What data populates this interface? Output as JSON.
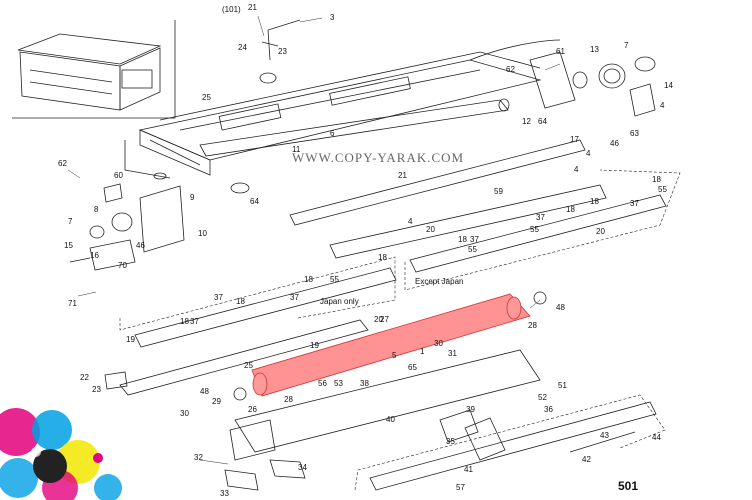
{
  "diagram": {
    "watermark": "WWW.COPY-YARAK.COM",
    "page_number": "501",
    "region_labels": {
      "japan_only": "Japan only",
      "except_japan": "Except Japan"
    },
    "highlight_color": "#ff7f7f",
    "callouts": [
      {
        "id": "c101",
        "text": "(101)"
      },
      {
        "id": "c21a",
        "text": "21"
      },
      {
        "id": "c3",
        "text": "3"
      },
      {
        "id": "c24",
        "text": "24"
      },
      {
        "id": "c23t",
        "text": "23"
      },
      {
        "id": "c25t",
        "text": "25"
      },
      {
        "id": "c6",
        "text": "6"
      },
      {
        "id": "c11",
        "text": "11"
      },
      {
        "id": "c61",
        "text": "61"
      },
      {
        "id": "c62a",
        "text": "62"
      },
      {
        "id": "c13",
        "text": "13"
      },
      {
        "id": "c7a",
        "text": "7"
      },
      {
        "id": "c14",
        "text": "14"
      },
      {
        "id": "c4a",
        "text": "4"
      },
      {
        "id": "c12",
        "text": "12"
      },
      {
        "id": "c64a",
        "text": "64"
      },
      {
        "id": "c17",
        "text": "17"
      },
      {
        "id": "c63",
        "text": "63"
      },
      {
        "id": "c46a",
        "text": "46"
      },
      {
        "id": "c4b",
        "text": "4"
      },
      {
        "id": "c62b",
        "text": "62"
      },
      {
        "id": "c60",
        "text": "60"
      },
      {
        "id": "c21b",
        "text": "21"
      },
      {
        "id": "c4c",
        "text": "4"
      },
      {
        "id": "c59",
        "text": "59"
      },
      {
        "id": "c9",
        "text": "9"
      },
      {
        "id": "c64b",
        "text": "64"
      },
      {
        "id": "c8",
        "text": "8"
      },
      {
        "id": "c7b",
        "text": "7"
      },
      {
        "id": "c15",
        "text": "15"
      },
      {
        "id": "c16",
        "text": "16"
      },
      {
        "id": "c46b",
        "text": "46"
      },
      {
        "id": "c10",
        "text": "10"
      },
      {
        "id": "c70",
        "text": "70"
      },
      {
        "id": "c71",
        "text": "71"
      },
      {
        "id": "c18a",
        "text": "18"
      },
      {
        "id": "c55a",
        "text": "55"
      },
      {
        "id": "c37a",
        "text": "37"
      },
      {
        "id": "c18b",
        "text": "18"
      },
      {
        "id": "c20a",
        "text": "20"
      },
      {
        "id": "c18c",
        "text": "18"
      },
      {
        "id": "c37b",
        "text": "37"
      },
      {
        "id": "c55b",
        "text": "55"
      },
      {
        "id": "c20b",
        "text": "20"
      },
      {
        "id": "c18d",
        "text": "18"
      },
      {
        "id": "c37c",
        "text": "37"
      },
      {
        "id": "c55c",
        "text": "55"
      },
      {
        "id": "c4d",
        "text": "4"
      },
      {
        "id": "c18e",
        "text": "18"
      },
      {
        "id": "c37d",
        "text": "37"
      },
      {
        "id": "c18f",
        "text": "18"
      },
      {
        "id": "c55d",
        "text": "55"
      },
      {
        "id": "c18g",
        "text": "18"
      },
      {
        "id": "c37e",
        "text": "37"
      },
      {
        "id": "c20c",
        "text": "20"
      },
      {
        "id": "c19a",
        "text": "19"
      },
      {
        "id": "c19b",
        "text": "19"
      },
      {
        "id": "c18h",
        "text": "18"
      },
      {
        "id": "c37f",
        "text": "37"
      },
      {
        "id": "c27",
        "text": "27"
      },
      {
        "id": "c48a",
        "text": "48"
      },
      {
        "id": "c28a",
        "text": "28"
      },
      {
        "id": "c30a",
        "text": "30"
      },
      {
        "id": "c31",
        "text": "31"
      },
      {
        "id": "c22",
        "text": "22"
      },
      {
        "id": "c23b",
        "text": "23"
      },
      {
        "id": "c25b",
        "text": "25"
      },
      {
        "id": "c48b",
        "text": "48"
      },
      {
        "id": "c26",
        "text": "26"
      },
      {
        "id": "c28b",
        "text": "28"
      },
      {
        "id": "c29",
        "text": "29"
      },
      {
        "id": "c30b",
        "text": "30"
      },
      {
        "id": "c51",
        "text": "51"
      },
      {
        "id": "c52",
        "text": "52"
      },
      {
        "id": "c36",
        "text": "36"
      },
      {
        "id": "c40",
        "text": "40"
      },
      {
        "id": "c39",
        "text": "39"
      },
      {
        "id": "c35",
        "text": "35"
      },
      {
        "id": "c43",
        "text": "43"
      },
      {
        "id": "c44",
        "text": "44"
      },
      {
        "id": "c42",
        "text": "42"
      },
      {
        "id": "c32",
        "text": "32"
      },
      {
        "id": "c34",
        "text": "34"
      },
      {
        "id": "c33",
        "text": "33"
      },
      {
        "id": "c41",
        "text": "41"
      },
      {
        "id": "c57",
        "text": "57"
      },
      {
        "id": "c53",
        "text": "53"
      },
      {
        "id": "c56",
        "text": "56"
      },
      {
        "id": "c38",
        "text": "38"
      },
      {
        "id": "c5",
        "text": "5"
      },
      {
        "id": "c1",
        "text": "1"
      },
      {
        "id": "c65",
        "text": "65"
      }
    ]
  }
}
